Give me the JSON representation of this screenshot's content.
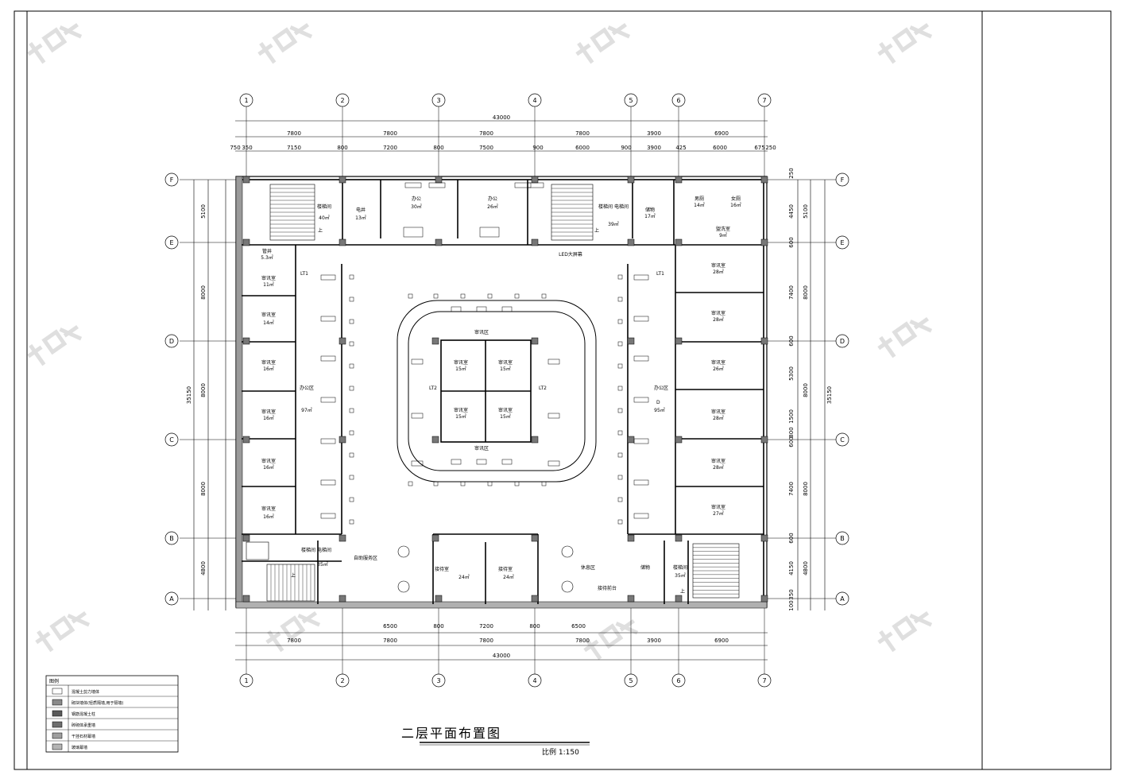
{
  "drawing": {
    "title": "二层平面布置图",
    "scale": "比例 1:150"
  },
  "axes": {
    "columns": [
      "1",
      "2",
      "3",
      "4",
      "5",
      "6",
      "7"
    ],
    "rows": [
      "F",
      "E",
      "D",
      "C",
      "B",
      "A"
    ]
  },
  "dimensions": {
    "top_total": "43000",
    "top_bays": [
      "7800",
      "7800",
      "7800",
      "7800",
      "3900",
      "6900"
    ],
    "top_detail": [
      "750",
      "350",
      "7150",
      "800",
      "7200",
      "800",
      "7500",
      "900",
      "6000",
      "900",
      "3900",
      "425",
      "6000",
      "675",
      "250"
    ],
    "bottom_total": "43000",
    "bottom_bays": [
      "7800",
      "7800",
      "7800",
      "7800",
      "3900",
      "6900"
    ],
    "bottom_detail": [
      "6500",
      "800",
      "7200",
      "800",
      "6500"
    ],
    "left_total": "35150",
    "left_bays": [
      "5100",
      "8000",
      "8000",
      "8000",
      "4800"
    ],
    "right_total": "35150",
    "right_bays": [
      "5100",
      "8000",
      "8000",
      "8000",
      "4800"
    ],
    "right_detail": [
      "250",
      "4450",
      "600",
      "7400",
      "600",
      "5300",
      "1500",
      "800",
      "600",
      "7400",
      "600",
      "4150",
      "350",
      "100"
    ]
  },
  "rooms": {
    "stair_nw": {
      "name": "楼梯间",
      "area": "40㎡"
    },
    "elec_room": {
      "name": "电井",
      "area": "13㎡"
    },
    "office_n1": {
      "name": "办公",
      "area": "30㎡"
    },
    "office_n2": {
      "name": "办公",
      "area": "26㎡"
    },
    "stair_ne": {
      "name": "楼梯间 电梯间",
      "area": "39㎡"
    },
    "storage_n": {
      "name": "储物",
      "area": "17㎡"
    },
    "toilet_m": {
      "name": "男厕",
      "area": "14㎡"
    },
    "toilet_f": {
      "name": "女厕",
      "area": "16㎡"
    },
    "wash": {
      "name": "盥洗室",
      "area": "9㎡"
    },
    "shaft_w": {
      "name": "管井",
      "area": "5.3㎡"
    },
    "west_rooms": [
      {
        "name": "审讯室",
        "area": "11㎡"
      },
      {
        "name": "审讯室",
        "area": "14㎡"
      },
      {
        "name": "审讯室",
        "area": "16㎡"
      },
      {
        "name": "审讯室",
        "area": "16㎡"
      },
      {
        "name": "审讯室",
        "area": "16㎡"
      },
      {
        "name": "审讯室",
        "area": "16㎡"
      }
    ],
    "east_rooms": [
      {
        "name": "审讯室",
        "area": "28㎡"
      },
      {
        "name": "审讯室",
        "area": "28㎡"
      },
      {
        "name": "审讯室",
        "area": "26㎡"
      },
      {
        "name": "审讯室",
        "area": "28㎡"
      },
      {
        "name": "审讯室",
        "area": "28㎡"
      },
      {
        "name": "审讯室",
        "area": "27㎡"
      }
    ],
    "west_hall": {
      "name": "办公区",
      "area": "97㎡"
    },
    "east_hall": {
      "name": "办公区",
      "area": "95㎡"
    },
    "center_rooms": [
      {
        "name": "审讯室",
        "area": "15㎡"
      },
      {
        "name": "审讯室",
        "area": "15㎡"
      },
      {
        "name": "审讯室",
        "area": "15㎡"
      },
      {
        "name": "审讯室",
        "area": "15㎡"
      }
    ],
    "center_top": {
      "name": "审讯区"
    },
    "center_bottom": {
      "name": "审讯区"
    },
    "led_screen": {
      "name": "LED大屏幕"
    },
    "stair_sw": {
      "name": "楼梯间 电梯间",
      "area": "35㎡"
    },
    "lounge_w": {
      "name": "自助服务区"
    },
    "office_s1": {
      "name": "接待室",
      "area": "24㎡"
    },
    "office_s2": {
      "name": "接待室",
      "area": "24㎡"
    },
    "lounge_e": {
      "name": "休息区"
    },
    "reception": {
      "name": "接待前台"
    },
    "storage_s": {
      "name": "储物"
    },
    "stair_se": {
      "name": "楼梯间",
      "area": "35㎡"
    },
    "marks": {
      "up1": "上",
      "up2": "上",
      "up3": "上",
      "up4": "上",
      "lt1": "LT1",
      "lt2": "LT1",
      "lt3": "LT2",
      "lt4": "LT2",
      "east_hall_d": "D"
    }
  },
  "legend": {
    "title": "图例",
    "items": [
      {
        "label": "混凝土剪力墙体"
      },
      {
        "label": "砌块墙体(轻质隔墙,用于隔墙)"
      },
      {
        "label": "钢筋混凝土柱"
      },
      {
        "label": "砖砌体承重墙"
      },
      {
        "label": "干挂石材幕墙"
      },
      {
        "label": "玻璃幕墙"
      }
    ]
  },
  "watermark": {
    "text": "知 末"
  }
}
